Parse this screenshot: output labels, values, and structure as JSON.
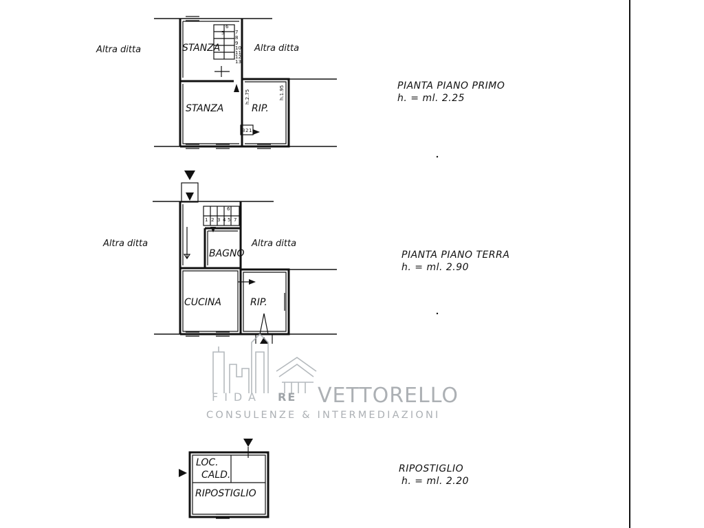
{
  "floors": {
    "first": {
      "title": "PIANTA PIANO PRIMO",
      "height": "h. = ml. 2.25",
      "rooms": [
        "STANZA",
        "STANZA",
        "RIP."
      ],
      "neighbors": [
        "Altra ditta",
        "Altra ditta"
      ],
      "dims": [
        "h.2.75",
        "h.1.95"
      ],
      "stair_numbers": [
        "6",
        "7",
        "5",
        "8",
        "9",
        "10",
        "11",
        "12",
        "13"
      ],
      "stair_bottom": [
        "3",
        "2",
        "1"
      ]
    },
    "ground": {
      "title": "PIANTA PIANO TERRA",
      "height": "h. = ml. 2.90",
      "rooms": [
        "BAGNO",
        "CUCINA",
        "RIP."
      ],
      "neighbors": [
        "Altra ditta",
        "Altra ditta"
      ],
      "stair_numbers": [
        "6",
        "7",
        "1",
        "2",
        "3",
        "4",
        "5"
      ]
    },
    "storage": {
      "title": "RIPOSTIGLIO",
      "height": "h. = ml. 2.20",
      "rooms": [
        "LOC.",
        "CALD.",
        "RIPOSTIGLIO"
      ]
    }
  },
  "watermark": {
    "fida": "FIDA",
    "re": "RE",
    "brand": "VETTORELLO",
    "tagline": "CONSULENZE & INTERMEDIAZIONI"
  },
  "colors": {
    "ink": "#111111",
    "watermark": "#9ea3a8"
  }
}
